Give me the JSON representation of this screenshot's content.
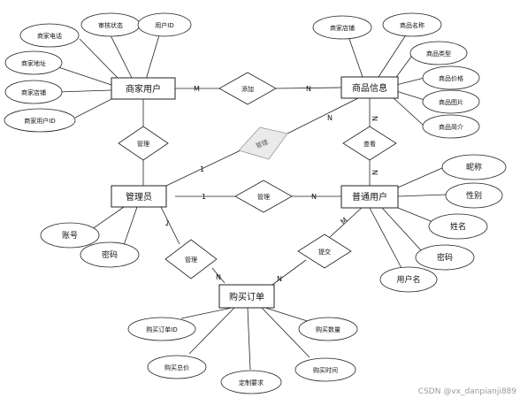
{
  "entities": {
    "merchant_user": "商家用户",
    "product_info": "商品信息",
    "admin": "管理员",
    "normal_user": "普通用户",
    "purchase_order": "购买订单"
  },
  "relationships": {
    "add": "添加",
    "manage_top": "管理",
    "manage_shaded": "管理",
    "view": "查看",
    "manage_mid": "管理",
    "manage_order": "管理",
    "submit": "提交"
  },
  "attributes": {
    "merchant_phone": "商家电话",
    "audit_status": "审核状态",
    "user_id": "用户ID",
    "merchant_address": "商家地址",
    "merchant_shop": "商家店铺",
    "merchant_user_id": "商家用户ID",
    "product_shop": "商家店铺",
    "product_name": "商品名称",
    "product_type": "商品类型",
    "product_price": "商品价格",
    "product_image": "商品图片",
    "product_intro": "商品简介",
    "nickname": "昵称",
    "gender": "性别",
    "full_name": "姓名",
    "user_password": "密码",
    "username": "用户名",
    "account": "账号",
    "admin_password": "密码",
    "order_id": "购买订单ID",
    "quantity": "购买数量",
    "total_price": "购买总价",
    "custom_req": "定制要求",
    "purchase_time": "购买时间"
  },
  "cardinalities": {
    "m": "M",
    "n": "N",
    "one": "1"
  },
  "watermark": "CSDN @vx_danpianji889"
}
